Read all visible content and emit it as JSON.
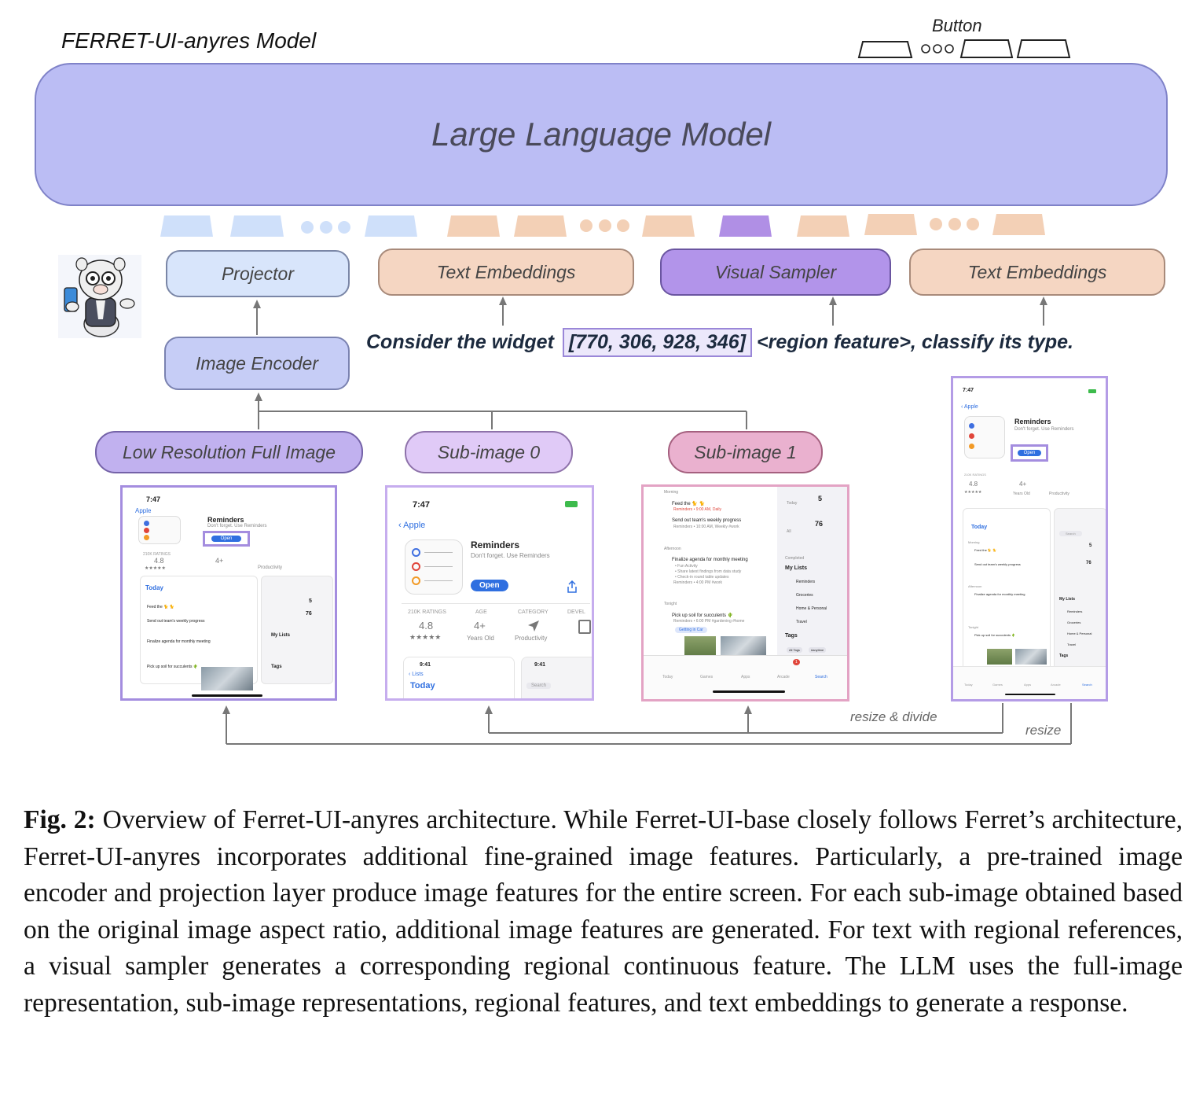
{
  "diagram": {
    "model_title": "FERRET-UI-anyres Model",
    "button_label": "Button",
    "llm_label": "Large Language Model",
    "projector": "Projector",
    "text_embeddings_1": "Text Embeddings",
    "visual_sampler": "Visual Sampler",
    "text_embeddings_2": "Text Embeddings",
    "image_encoder": "Image Encoder",
    "query_prefix": "Consider the widget",
    "query_coords": "[770, 306, 928, 346]",
    "query_suffix": "<region feature>, classify its type.",
    "low_res": "Low Resolution Full Image",
    "sub_image_0": "Sub-image 0",
    "sub_image_1": "Sub-image 1",
    "resize_divide": "resize & divide",
    "resize": "resize",
    "colors": {
      "llm": "#bbbdf4",
      "blue_token": "#cfe0fa",
      "peach_token": "#f3d0b6",
      "purple_token": "#b08fe5"
    }
  },
  "phone": {
    "time": "7:47",
    "back": "Apple",
    "app_name": "Reminders",
    "app_sub": "Don't forget. Use Reminders",
    "open": "Open",
    "ratings_h": "210K RATINGS",
    "rating": "4.8",
    "stars": "★★★★★",
    "age_h": "AGE",
    "age": "4+",
    "age_sub": "Years Old",
    "cat_h": "CATEGORY",
    "cat_sub": "Productivity",
    "dev_h": "DEVEL",
    "time2": "9:41",
    "lists": "Lists",
    "today": "Today",
    "search": "Search",
    "n5": "5",
    "n76": "76",
    "all": "All",
    "completed": "Completed",
    "my_lists": "My Lists",
    "reminders": "Reminders",
    "groceries": "Groceries",
    "home": "Home & Personal",
    "travel": "Travel",
    "tags": "Tags",
    "all_tags": "All Tags",
    "anytime": "#anytime",
    "morning": "Morning",
    "feed": "Feed the 🐈 🐈",
    "feed_sub": "Reminders • 9:00 AM, Daily",
    "send": "Send out team's weekly progress",
    "send_sub": "Reminders • 10:00 AM, Weekly #work",
    "afternoon": "Afternoon",
    "finalize": "Finalize agenda for monthly meeting",
    "finalize_sub1": "• Fun Activity",
    "finalize_sub2": "• Share latest findings from data study",
    "finalize_sub3": "• Check-in round table updates",
    "finalize_sub4": "Reminders • 4:00 PM #work",
    "tonight": "Tonight",
    "pick": "Pick up soil for succulents 🌵",
    "pick_sub": "Reminders • 6:00 PM #gardening #home",
    "getting": "Getting in Car",
    "tab_today": "Today",
    "tab_games": "Games",
    "tab_apps": "Apps",
    "tab_arcade": "Arcade",
    "tab_search": "Search",
    "badge": "1"
  },
  "caption": {
    "label": "Fig. 2:",
    "text": "Overview of Ferret-UI-anyres architecture. While Ferret-UI-base closely follows Ferret’s architecture, Ferret-UI-anyres incorporates additional fine-grained image features. Particularly, a pre-trained image encoder and projection layer produce image features for the entire screen. For each sub-image obtained based on the original image aspect ratio, additional image features are generated. For text with regional references, a visual sampler generates a corresponding regional continuous feature. The LLM uses the full-image representation, sub-image representations, regional features, and text embeddings to generate a response."
  }
}
